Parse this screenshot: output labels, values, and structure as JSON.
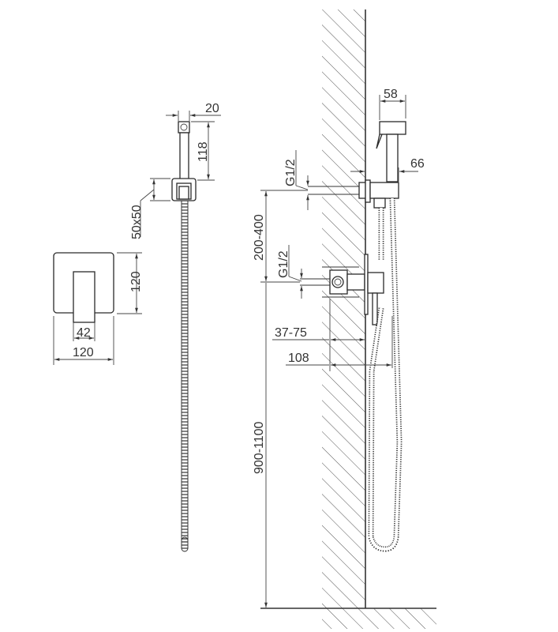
{
  "diagram": {
    "type": "technical-installation-drawing",
    "subject": "concealed hygienic shower set",
    "stroke_color": "#333333",
    "background_color": "#ffffff",
    "views": {
      "front_plate": {
        "dims": {
          "height": "120",
          "width": "120",
          "lever_width": "42"
        }
      },
      "hand_shower": {
        "dims": {
          "head_width": "20",
          "length": "118",
          "holder": "50x50"
        }
      },
      "side_section": {
        "dims": {
          "head_depth": "58",
          "projection": "66",
          "thread_upper": "G1/2",
          "thread_lower": "G1/2",
          "outlet_spacing": "200-400",
          "embed_depth": "37-75",
          "total_depth": "108",
          "mixer_height": "900-1100"
        }
      }
    }
  }
}
